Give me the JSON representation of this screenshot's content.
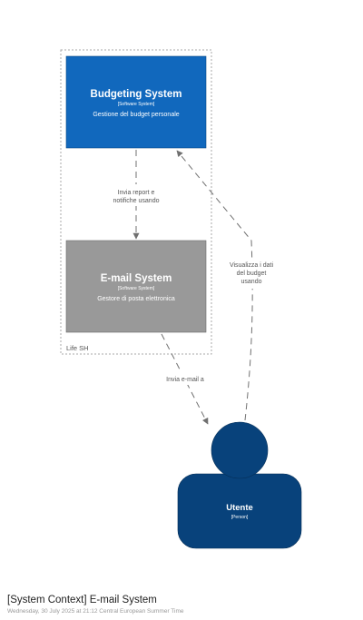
{
  "boundary": {
    "label": "Life SH"
  },
  "elements": {
    "budgeting": {
      "name": "Budgeting System",
      "type": "[Software System]",
      "description": "Gestione del budget personale",
      "color": "#1168bd"
    },
    "email": {
      "name": "E-mail System",
      "type": "[Software System]",
      "description": "Gestore di posta elettronica",
      "color": "#999999"
    },
    "user": {
      "name": "Utente",
      "type": "[Person]",
      "color": "#08427b"
    }
  },
  "relationships": {
    "budgeting_to_email": {
      "line1": "Invia report e",
      "line2": "notifiche usando"
    },
    "user_to_budgeting": {
      "line1": "Visualizza i dati",
      "line2": "del budget",
      "line3": "usando"
    },
    "email_to_user": {
      "line1": "Invia e-mail a"
    }
  },
  "footer": {
    "title": "[System Context] E-mail System",
    "meta": "Wednesday, 30 July 2025 at 21:12 Central European Summer Time"
  },
  "colors": {
    "boundary_border": "#aaaaaa",
    "arrow": "#707070",
    "label_text": "#555555"
  }
}
